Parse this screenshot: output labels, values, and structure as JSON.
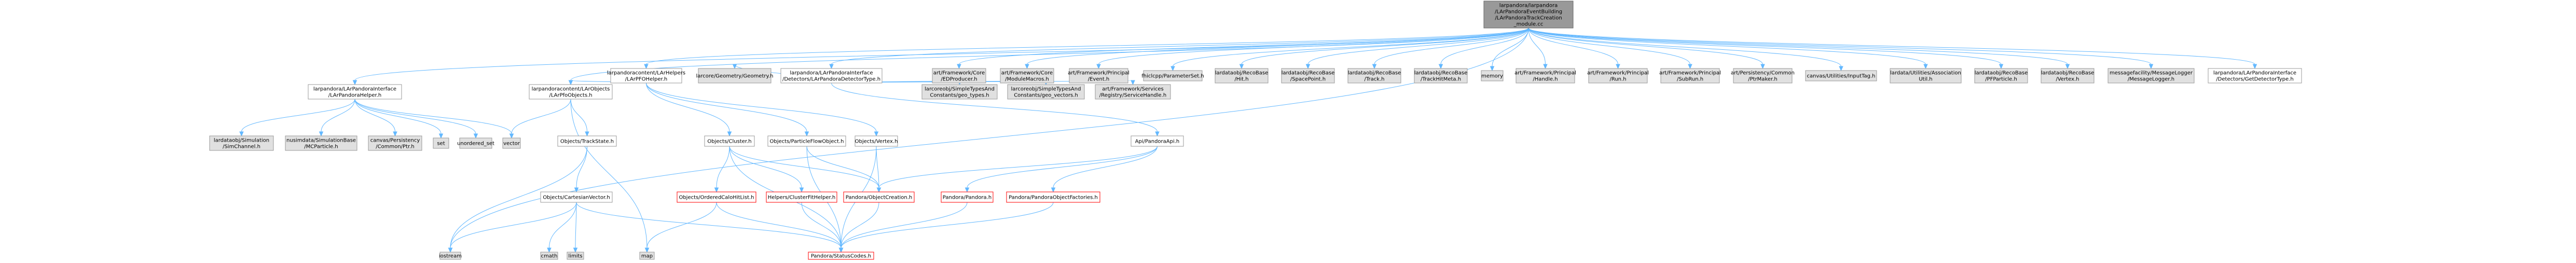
{
  "colors": {
    "root_fill": "#999999",
    "root_stroke": "#666666",
    "documented_fill": "#ffffff",
    "documented_stroke": "#999999",
    "system_fill": "#e0e0e0",
    "system_stroke": "#999999",
    "truncated_stroke": "#ff0000",
    "edge": "#63b8ff"
  },
  "graph": {
    "nodes": [
      {
        "id": "root",
        "lines": [
          "larpandora/larpandora",
          "/LArPandoraEventBuilding",
          "/LArPandoraTrackCreation",
          "_module.cc"
        ],
        "kind": "root"
      },
      {
        "id": "iostream",
        "lines": [
          "iostream"
        ],
        "kind": "system"
      },
      {
        "id": "lp_helper",
        "lines": [
          "larpandora/LArPandoraInterface",
          "/LArPandoraHelper.h"
        ],
        "kind": "documented"
      },
      {
        "id": "lc_helper",
        "lines": [
          "larpandoracontent/LArHelpers",
          "/LArPFOHelper.h"
        ],
        "kind": "documented"
      },
      {
        "id": "lp_detector",
        "lines": [
          "larpandora/LArPandoraInterface",
          "/Detectors/LArPandoraDetectorType.h"
        ],
        "kind": "documented"
      },
      {
        "id": "art_producer",
        "lines": [
          "art/Framework/Core",
          "/EDProducer.h"
        ],
        "kind": "system"
      },
      {
        "id": "art_macros",
        "lines": [
          "art/Framework/Core",
          "/ModuleMacros.h"
        ],
        "kind": "system"
      },
      {
        "id": "art_event",
        "lines": [
          "art/Framework/Principal",
          "/Event.h"
        ],
        "kind": "system"
      },
      {
        "id": "fhicl",
        "lines": [
          "fhiclcpp/ParameterSet.h"
        ],
        "kind": "system"
      },
      {
        "id": "hit",
        "lines": [
          "lardataobj/RecoBase",
          "/Hit.h"
        ],
        "kind": "system"
      },
      {
        "id": "spacepoint",
        "lines": [
          "lardataobj/RecoBase",
          "/SpacePoint.h"
        ],
        "kind": "system"
      },
      {
        "id": "track",
        "lines": [
          "lardataobj/RecoBase",
          "/Track.h"
        ],
        "kind": "system"
      },
      {
        "id": "trackhitmeta",
        "lines": [
          "lardataobj/RecoBase",
          "/TrackHitMeta.h"
        ],
        "kind": "system"
      },
      {
        "id": "memory",
        "lines": [
          "memory"
        ],
        "kind": "system"
      },
      {
        "id": "art_handle",
        "lines": [
          "art/Framework/Principal",
          "/Handle.h"
        ],
        "kind": "system"
      },
      {
        "id": "art_run",
        "lines": [
          "art/Framework/Principal",
          "/Run.h"
        ],
        "kind": "system"
      },
      {
        "id": "art_subrun",
        "lines": [
          "art/Framework/Principal",
          "/SubRun.h"
        ],
        "kind": "system"
      },
      {
        "id": "art_ptrmaker",
        "lines": [
          "art/Persistency/Common",
          "/PtrMaker.h"
        ],
        "kind": "system"
      },
      {
        "id": "inputtag",
        "lines": [
          "canvas/Utilities/InputTag.h"
        ],
        "kind": "system"
      },
      {
        "id": "assnutil",
        "lines": [
          "lardata/Utilities/Association",
          "Util.h"
        ],
        "kind": "system"
      },
      {
        "id": "pfparticle",
        "lines": [
          "lardataobj/RecoBase",
          "/PFParticle.h"
        ],
        "kind": "system"
      },
      {
        "id": "vertex_rb",
        "lines": [
          "lardataobj/RecoBase",
          "/Vertex.h"
        ],
        "kind": "system"
      },
      {
        "id": "msglogger",
        "lines": [
          "messagefacility/MessageLogger",
          "/MessageLogger.h"
        ],
        "kind": "system"
      },
      {
        "id": "getdetector",
        "lines": [
          "larpandora/LArPandoraInterface",
          "/Detectors/GetDetectorType.h"
        ],
        "kind": "documented"
      },
      {
        "id": "simchannel",
        "lines": [
          "lardataobj/Simulation",
          "/SimChannel.h"
        ],
        "kind": "system"
      },
      {
        "id": "mcparticle",
        "lines": [
          "nusimdata/SimulationBase",
          "/MCParticle.h"
        ],
        "kind": "system"
      },
      {
        "id": "canvas_ptr",
        "lines": [
          "canvas/Persistency",
          "/Common/Ptr.h"
        ],
        "kind": "system"
      },
      {
        "id": "set",
        "lines": [
          "set"
        ],
        "kind": "system"
      },
      {
        "id": "unordered_set",
        "lines": [
          "unordered_set"
        ],
        "kind": "system"
      },
      {
        "id": "vector",
        "lines": [
          "vector"
        ],
        "kind": "system"
      },
      {
        "id": "lc_objects",
        "lines": [
          "larpandoracontent/LArObjects",
          "/LArPfoObjects.h"
        ],
        "kind": "documented"
      },
      {
        "id": "trackstate",
        "lines": [
          "Objects/TrackState.h"
        ],
        "kind": "documented"
      },
      {
        "id": "cartesian",
        "lines": [
          "Objects/CartesianVector.h"
        ],
        "kind": "documented"
      },
      {
        "id": "cmath",
        "lines": [
          "cmath"
        ],
        "kind": "system"
      },
      {
        "id": "limits",
        "lines": [
          "limits"
        ],
        "kind": "system"
      },
      {
        "id": "map",
        "lines": [
          "map"
        ],
        "kind": "system"
      },
      {
        "id": "geometry",
        "lines": [
          "larcore/Geometry/Geometry.h"
        ],
        "kind": "system"
      },
      {
        "id": "cluster",
        "lines": [
          "Objects/Cluster.h"
        ],
        "kind": "documented"
      },
      {
        "id": "orderedcalohit",
        "lines": [
          "Objects/OrderedCaloHitList.h"
        ],
        "kind": "truncated"
      },
      {
        "id": "clusterfithelper",
        "lines": [
          "Helpers/ClusterFitHelper.h"
        ],
        "kind": "truncated"
      },
      {
        "id": "pfo",
        "lines": [
          "Objects/ParticleFlowObject.h"
        ],
        "kind": "documented"
      },
      {
        "id": "objcreation",
        "lines": [
          "Pandora/ObjectCreation.h"
        ],
        "kind": "truncated"
      },
      {
        "id": "statuscodes",
        "lines": [
          "Pandora/StatusCodes.h"
        ],
        "kind": "truncated"
      },
      {
        "id": "objvertex",
        "lines": [
          "Objects/Vertex.h"
        ],
        "kind": "documented"
      },
      {
        "id": "geo_types",
        "lines": [
          "larcoreobj/SimpleTypesAnd",
          "Constants/geo_types.h"
        ],
        "kind": "system"
      },
      {
        "id": "geo_vectors",
        "lines": [
          "larcoreobj/SimpleTypesAnd",
          "Constants/geo_vectors.h"
        ],
        "kind": "system"
      },
      {
        "id": "servicehandle",
        "lines": [
          "art/Framework/Services",
          "/Registry/ServiceHandle.h"
        ],
        "kind": "system"
      },
      {
        "id": "pandoraapi",
        "lines": [
          "Api/PandoraApi.h"
        ],
        "kind": "documented"
      },
      {
        "id": "pandora_h",
        "lines": [
          "Pandora/Pandora.h"
        ],
        "kind": "truncated"
      },
      {
        "id": "objfactories",
        "lines": [
          "Pandora/PandoraObjectFactories.h"
        ],
        "kind": "truncated"
      }
    ],
    "edges": [
      [
        "root",
        "iostream"
      ],
      [
        "root",
        "lp_helper"
      ],
      [
        "root",
        "lc_helper"
      ],
      [
        "root",
        "lp_detector"
      ],
      [
        "root",
        "art_producer"
      ],
      [
        "root",
        "art_macros"
      ],
      [
        "root",
        "art_event"
      ],
      [
        "root",
        "fhicl"
      ],
      [
        "root",
        "hit"
      ],
      [
        "root",
        "spacepoint"
      ],
      [
        "root",
        "track"
      ],
      [
        "root",
        "trackhitmeta"
      ],
      [
        "root",
        "memory"
      ],
      [
        "root",
        "art_handle"
      ],
      [
        "root",
        "art_run"
      ],
      [
        "root",
        "art_subrun"
      ],
      [
        "root",
        "art_ptrmaker"
      ],
      [
        "root",
        "inputtag"
      ],
      [
        "root",
        "assnutil"
      ],
      [
        "root",
        "pfparticle"
      ],
      [
        "root",
        "vertex_rb"
      ],
      [
        "root",
        "msglogger"
      ],
      [
        "root",
        "getdetector"
      ],
      [
        "root",
        "lc_objects"
      ],
      [
        "lp_helper",
        "simchannel"
      ],
      [
        "lp_helper",
        "mcparticle"
      ],
      [
        "lp_helper",
        "canvas_ptr"
      ],
      [
        "lp_helper",
        "set"
      ],
      [
        "lp_helper",
        "unordered_set"
      ],
      [
        "lp_helper",
        "vector"
      ],
      [
        "lc_helper",
        "lc_objects"
      ],
      [
        "lc_helper",
        "cluster"
      ],
      [
        "lc_helper",
        "pfo"
      ],
      [
        "lc_helper",
        "objvertex"
      ],
      [
        "lc_objects",
        "vector"
      ],
      [
        "lc_objects",
        "trackstate"
      ],
      [
        "lc_objects",
        "map"
      ],
      [
        "trackstate",
        "cartesian"
      ],
      [
        "trackstate",
        "iostream"
      ],
      [
        "cartesian",
        "iostream"
      ],
      [
        "cartesian",
        "cmath"
      ],
      [
        "cartesian",
        "limits"
      ],
      [
        "cartesian",
        "statuscodes"
      ],
      [
        "cluster",
        "orderedcalohit"
      ],
      [
        "cluster",
        "clusterfithelper"
      ],
      [
        "cluster",
        "objcreation"
      ],
      [
        "cluster",
        "statuscodes"
      ],
      [
        "orderedcalohit",
        "map"
      ],
      [
        "orderedcalohit",
        "statuscodes"
      ],
      [
        "clusterfithelper",
        "statuscodes"
      ],
      [
        "pfo",
        "objcreation"
      ],
      [
        "pfo",
        "statuscodes"
      ],
      [
        "objvertex",
        "objcreation"
      ],
      [
        "objvertex",
        "statuscodes"
      ],
      [
        "objcreation",
        "statuscodes"
      ],
      [
        "lp_detector",
        "geometry"
      ],
      [
        "lp_detector",
        "geo_types"
      ],
      [
        "lp_detector",
        "geo_vectors"
      ],
      [
        "lp_detector",
        "servicehandle"
      ],
      [
        "lp_detector",
        "pandoraapi"
      ],
      [
        "pandoraapi",
        "objcreation"
      ],
      [
        "pandoraapi",
        "pandora_h"
      ],
      [
        "pandoraapi",
        "objfactories"
      ],
      [
        "pandora_h",
        "statuscodes"
      ],
      [
        "objfactories",
        "statuscodes"
      ]
    ]
  }
}
